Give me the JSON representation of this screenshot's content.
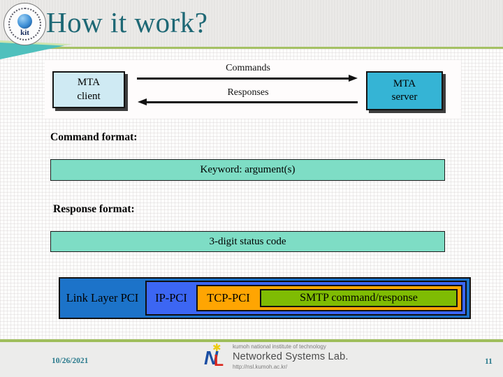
{
  "slide": {
    "title": "How it work?",
    "date": "10/26/2021",
    "page_number": "11"
  },
  "kit_logo": {
    "label": "kit"
  },
  "mta_diagram": {
    "client_line1": "MTA",
    "client_line2": "client",
    "server_line1": "MTA",
    "server_line2": "server",
    "commands_label": "Commands",
    "responses_label": "Responses"
  },
  "command_format": {
    "heading": "Command format:",
    "box_label": "Keyword: argument(s)"
  },
  "response_format": {
    "heading": "Response format:",
    "box_label": "3-digit status code"
  },
  "protocol_stack": {
    "layers": [
      {
        "label": "Link Layer PCI",
        "color": "#1c73c9"
      },
      {
        "label": "IP-PCI",
        "color": "#3c66f3"
      },
      {
        "label": "TCP-PCI",
        "color": "#ffa502"
      },
      {
        "label": "SMTP command/response",
        "color": "#7fbc03"
      }
    ]
  },
  "footer": {
    "date": "10/26/2021",
    "institute": "kumoh national institute of technology",
    "lab_name": "Networked Systems Lab.",
    "lab_url": "http://nsl.kumoh.ac.kr/",
    "page_number": "11"
  },
  "colors": {
    "title_text": "#1e6875",
    "header_band": "#e9e8e6",
    "accent_line_green": "#a5c164",
    "teal_format_box": "#7eddc5",
    "mta_client_fill": "#cfeaf3",
    "mta_server_fill": "#35b4d5",
    "footer_text": "#28798c"
  }
}
